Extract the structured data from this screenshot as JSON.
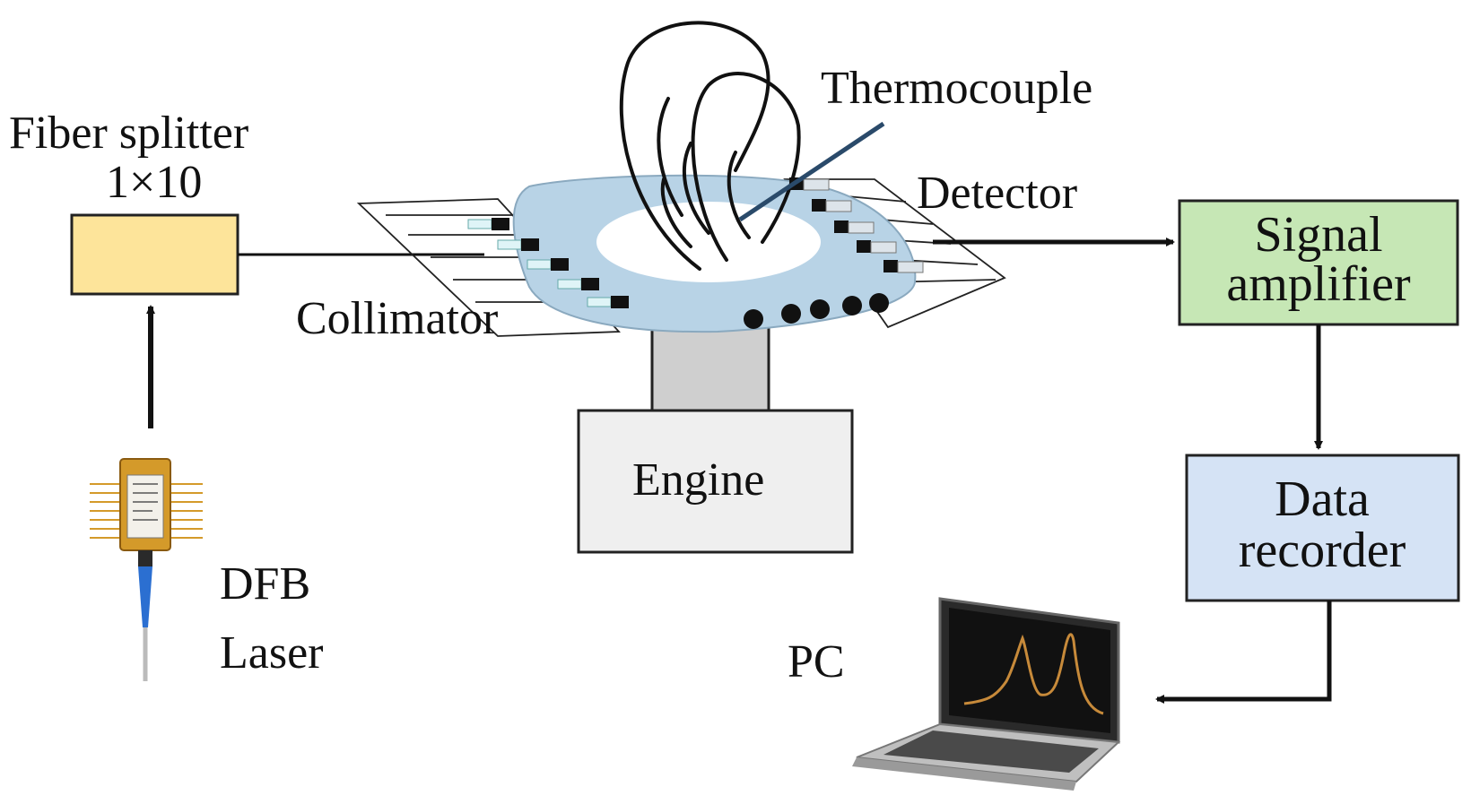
{
  "labels": {
    "fiber_splitter_line1": "Fiber splitter",
    "fiber_splitter_line2": "1×10",
    "thermocouple": "Thermocouple",
    "detector": "Detector",
    "collimator": "Collimator",
    "engine": "Engine",
    "signal_amplifier_line1": "Signal",
    "signal_amplifier_line2": "amplifier",
    "data_recorder_line1": "Data",
    "data_recorder_line2": "recorder",
    "dfb_line1": "DFB",
    "dfb_line2": "Laser",
    "pc": "PC"
  },
  "colors": {
    "splitter_fill": "#fde49a",
    "amplifier_fill": "#c6e7b5",
    "recorder_fill": "#d5e3f5",
    "engine_fill": "#efefef",
    "shaft_fill": "#cfcfcf",
    "combustor_fill": "#b8d3e6",
    "screen_bg": "#111111",
    "spectrum_line": "#c78a3a",
    "laser_body": "#d49a2a",
    "fiber_blue": "#2b6fd1"
  },
  "icons": [
    "laser-module-icon",
    "laptop-icon",
    "flame-icon"
  ]
}
